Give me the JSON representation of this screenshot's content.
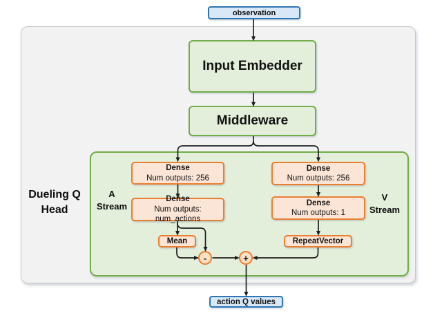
{
  "nodes": {
    "observation": "observation",
    "input_embedder": "Input Embedder",
    "middleware": "Middleware",
    "dueling_head": {
      "line1": "Dueling Q",
      "line2": "Head"
    },
    "a_stream": {
      "line1": "A",
      "line2": "Stream"
    },
    "v_stream": {
      "line1": "V",
      "line2": "Stream"
    },
    "a_dense_1": {
      "title": "Dense",
      "detail": "Num outputs: 256"
    },
    "a_dense_2": {
      "title": "Dense",
      "detail": "Num outputs: num_actions"
    },
    "v_dense_1": {
      "title": "Dense",
      "detail": "Num outputs: 256"
    },
    "v_dense_2": {
      "title": "Dense",
      "detail": "Num outputs: 1"
    },
    "mean": "Mean",
    "repeat_vector": "RepeatVector",
    "minus_op": "-",
    "plus_op": "+",
    "action_q_values": "action Q values"
  },
  "colors": {
    "blue_fill": "#d9e8f6",
    "blue_border": "#2e75b6",
    "green_fill": "#e3efda",
    "green_border": "#70ad47",
    "orange_fill": "#fbe5d6",
    "orange_border": "#ed7d31",
    "circle_fill": "#fbe0c5",
    "panel_fill": "#f2f2f2",
    "panel_border": "#c6c6c6",
    "arrow": "#1f1f1f"
  }
}
